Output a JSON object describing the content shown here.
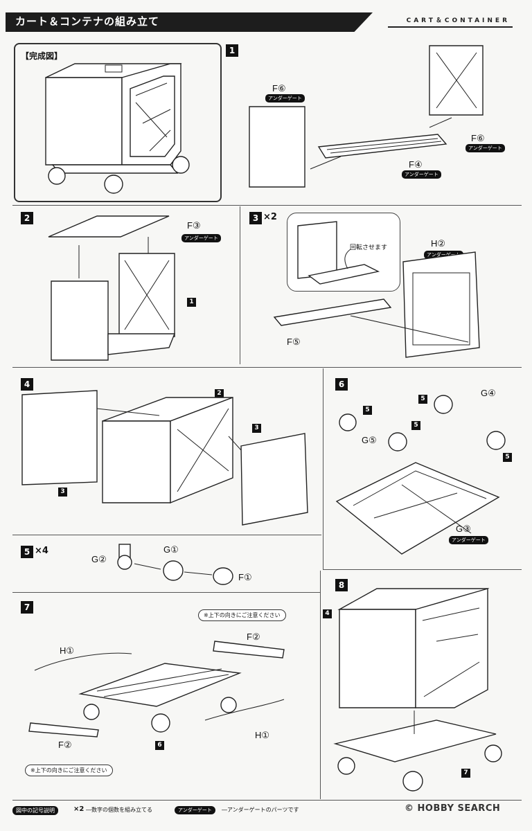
{
  "header": {
    "title": "カート＆コンテナの組み立て",
    "subtitle": "CART＆CONTAINER"
  },
  "complete_label": "【完成図】",
  "steps": {
    "s1": {
      "num": "1",
      "parts": [
        {
          "label": "F⑥",
          "gate": "アンダーゲート"
        },
        {
          "label": "F⑥",
          "gate": "アンダーゲート"
        },
        {
          "label": "F④",
          "gate": "アンダーゲート"
        }
      ]
    },
    "s2": {
      "num": "2",
      "part": "F③",
      "gate": "アンダーゲート",
      "ref": "1"
    },
    "s3": {
      "num": "3",
      "mult": "×2",
      "rotate": "回転させます",
      "part_h": "H②",
      "gate_h": "アンダーゲート",
      "part_f": "F⑤"
    },
    "s4": {
      "num": "4",
      "ref_top": "2",
      "ref_right": "3",
      "ref_left": "3"
    },
    "s5": {
      "num": "5",
      "mult": "×4",
      "g2": "G②",
      "g1": "G①",
      "f1": "F①"
    },
    "s6": {
      "num": "6",
      "ref5": "5",
      "g4": "G④",
      "g5": "G⑤",
      "g3": "G③",
      "gate": "アンダーゲート"
    },
    "s7": {
      "num": "7",
      "note_top": "※上下の向きにご注意ください",
      "note_bottom": "※上下の向きにご注意ください",
      "f2a": "F②",
      "f2b": "F②",
      "h1a": "H①",
      "h1b": "H①",
      "ref": "6"
    },
    "s8": {
      "num": "8",
      "ref_top": "4",
      "ref_bottom": "7"
    }
  },
  "footer": {
    "key": "図中の記号説明",
    "x2": "×2",
    "x2_text": "―数字の個数を組み立てる",
    "gate": "アンダーゲート",
    "gate_text": "―アンダーゲートのパーツです"
  },
  "watermark": "© HOBBY SEARCH"
}
